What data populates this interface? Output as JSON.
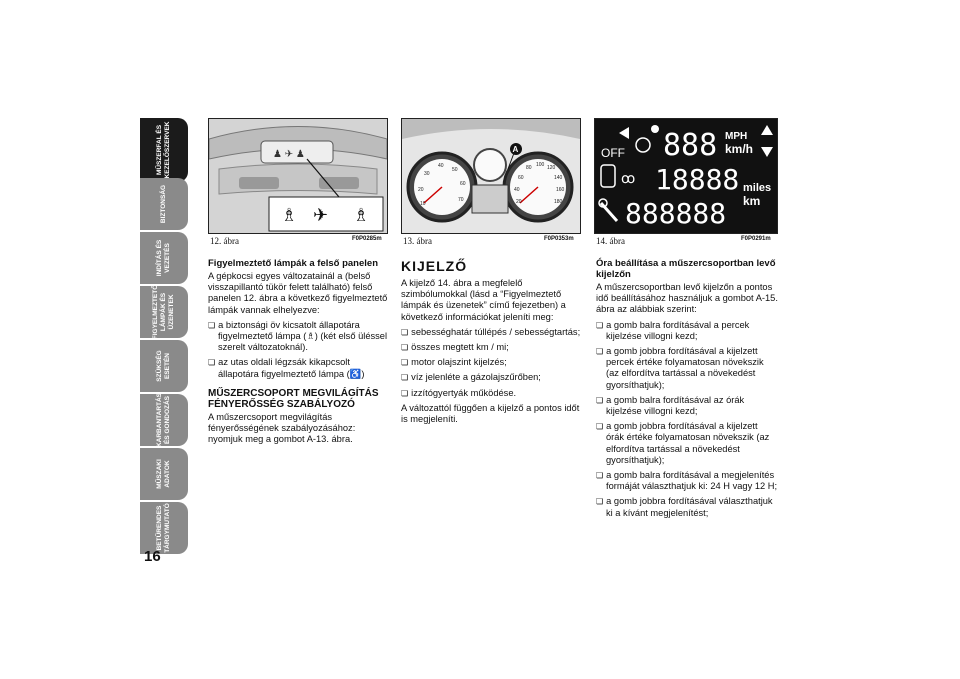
{
  "side_tabs": [
    {
      "label": "MŰSZERFAL ÉS\nKEZELŐSZERVEK",
      "active": true
    },
    {
      "label": "BIZTONSÁG",
      "active": false
    },
    {
      "label": "INDÍTÁS ÉS\nVEZETÉS",
      "active": false
    },
    {
      "label": "FIGYELMEZTETŐ\nLÁMPÁK ÉS\nÜZENETEK",
      "active": false
    },
    {
      "label": "SZÜKSÉG\nESETÉN",
      "active": false
    },
    {
      "label": "KARBANTARTÁS\nÉS GONDOZÁS",
      "active": false
    },
    {
      "label": "MŰSZAKI\nADATOK",
      "active": false
    },
    {
      "label": "BETŰRENDES\nTÁRGYMUTATÓ",
      "active": false
    }
  ],
  "page_number": "16",
  "figures": [
    {
      "caption": "12. ábra",
      "code": "F0P0285m"
    },
    {
      "caption": "13. ábra",
      "code": "F0P0353m",
      "marker": "A",
      "gauge_ticks_left": [
        "10",
        "20",
        "30",
        "40",
        "50",
        "60",
        "70"
      ],
      "gauge_ticks_right": [
        "20",
        "40",
        "60",
        "80",
        "100",
        "120",
        "140",
        "160",
        "180"
      ]
    },
    {
      "caption": "14. ábra",
      "code": "F0P0291m",
      "lcd": {
        "off": "OFF",
        "speed_digits": "888",
        "speed_unit_1": "MPH",
        "speed_unit_2": "km/h",
        "mid_digits": "18888",
        "odo_digits": "888888",
        "dist_unit_1": "miles",
        "dist_unit_2": "km"
      }
    }
  ],
  "col1": {
    "heading1": "Figyelmeztető lámpák a felső panelen",
    "para1": "A gépkocsi egyes változatainál a (belső visszapillantó tükör felett található) felső panelen 12. ábra a következő figyelmeztető lámpák vannak elhelyezve:",
    "bullets": [
      "a biztonsági öv kicsatolt állapotára figyelmeztető lámpa (♗) (két első üléssel szerelt változatoknál).",
      "az utas oldali légzsák kikapcsolt állapotára figyelmeztető lámpa (♿)"
    ],
    "heading2": "MŰSZERCSOPORT MEGVILÁGÍTÁS FÉNYERŐSSÉG SZABÁLYOZÓ",
    "para2": "A műszercsoport megvilágítás fényerősségének szabályozásához: nyomjuk meg a gombot A-13. ábra."
  },
  "col2": {
    "heading": "KIJELZŐ",
    "para1": "A kijelző 14. ábra a megfelelő szimbólumokkal (lásd a “Figyelmeztető lámpák és üzenetek” című fejezetben) a következő információkat jeleníti meg:",
    "bullets": [
      "sebességhatár túllépés / sebességtartás;",
      "összes megtett km / mi;",
      "motor olajszint kijelzés;",
      "víz jelenléte a gázolajszűrőben;",
      "izzítógyertyák működése."
    ],
    "para2": "A változattól függően a kijelző a pontos időt is megjeleníti."
  },
  "col3": {
    "heading": "Óra beállítása a műszercsoportban levő kijelzőn",
    "para1": "A műszercsoportban levő kijelzőn a pontos idő beállításához használjuk a gombot A-15. ábra az alábbiak szerint:",
    "bullets": [
      "a gomb balra fordításával a percek kijelzése villogni kezd;",
      "a gomb jobbra fordításával a kijelzett percek értéke folyamatosan növekszik (az elfordítva tartással a növekedést gyorsíthatjuk);",
      "a gomb balra fordításával az órák kijelzése villogni kezd;",
      "a gomb jobbra fordításával a kijelzett órák értéke folyamatosan növekszik (az elfordítva tartással a növekedést gyorsíthatjuk);",
      "a gomb balra fordításával a megjelenítés formáját választhatjuk ki: 24 H vagy 12 H;",
      "a gomb jobbra fordításával választhatjuk ki a kívánt megjelenítést;"
    ]
  }
}
